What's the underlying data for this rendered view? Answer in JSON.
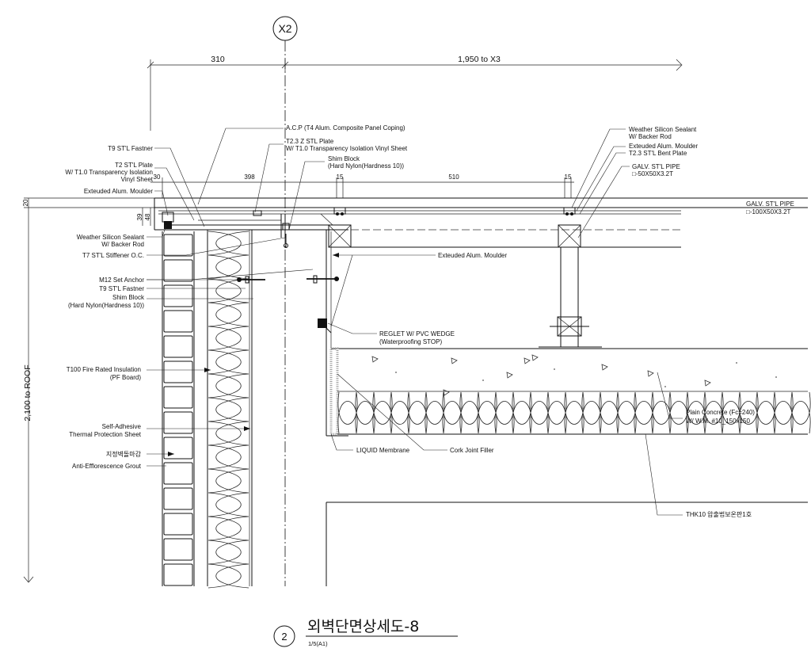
{
  "grid": {
    "label": "X2"
  },
  "dims": {
    "top_left": "310",
    "top_right": "1,950 to X3",
    "d398": "398",
    "d510": "510",
    "d30": "30",
    "d15a": "15",
    "d15b": "15",
    "v20": "20",
    "v39": "39",
    "v48": "48",
    "height": "2,100 to ROOF"
  },
  "labels": {
    "acp": "A.C.P (T4 Alum. Composite Panel Coping)",
    "zplate_1": "T2.3 Z STL Plate",
    "zplate_2": "W/ T1.0 Transparency Isolation Vinyl Sheet",
    "shim_top_1": "Shim Block",
    "shim_top_2": "(Hard Nylon(Hardness 10))",
    "t9_fastner_top": "T9 ST'L Fastner",
    "t2_plate_1": "T2 ST'L Plate",
    "t2_plate_2": "W/ T1.0 Transparency Isolation",
    "t2_plate_3": "Vinyl Sheet",
    "ext_moulder_left": "Exteuded Alum. Moulder",
    "sealant_left_1": "Weather Silicon Sealant",
    "sealant_left_2": "W/ Backer Rod",
    "t7_stiffener": "T7 ST'L Stiffener O.C.",
    "m12": "M12 Set Anchor",
    "t9_fastner_mid": "T9 ST'L Fastner",
    "shim_mid_1": "Shim Block",
    "shim_mid_2": "(Hard Nylon(Hardness 10))",
    "t100_1": "T100 Fire Rated Insulation",
    "t100_2": "(PF Board)",
    "selfadh_1": "Self-Adhesive",
    "selfadh_2": "Thermal Protection Sheet",
    "stone": "지정벽돌마감",
    "grout": "Anti-Efflorescence Grout",
    "ext_moulder_mid": "Exteuded Alum. Moulder",
    "reglet_1": "REGLET W/ PVC WEDGE",
    "reglet_2": "(Waterproofing STOP)",
    "liquid": "LIQUID Membrane",
    "cork": "Cork Joint Filler",
    "sealant_right_1": "Weather Silicon Sealant",
    "sealant_right_2": "W/ Backer Rod",
    "ext_moulder_right": "Exteuded Alum. Moulder",
    "bent_plate": "T2.3 ST'L Bent Plate",
    "galv_small_1": "GALV. ST'L PIPE",
    "galv_small_2": "□-50X50X3.2T",
    "galv_big_1": "GALV. ST'L PIPE",
    "galv_big_2": "□-100X50X3.2T",
    "concrete_1": "Plain Concrete (Fc=240)",
    "concrete_2": "W/ W.M. #10_150x150",
    "thk10": "THK10 압출법보온판1호"
  },
  "title": {
    "number": "2",
    "text": "외벽단면상세도-8",
    "scale": "1/5(A1)"
  }
}
